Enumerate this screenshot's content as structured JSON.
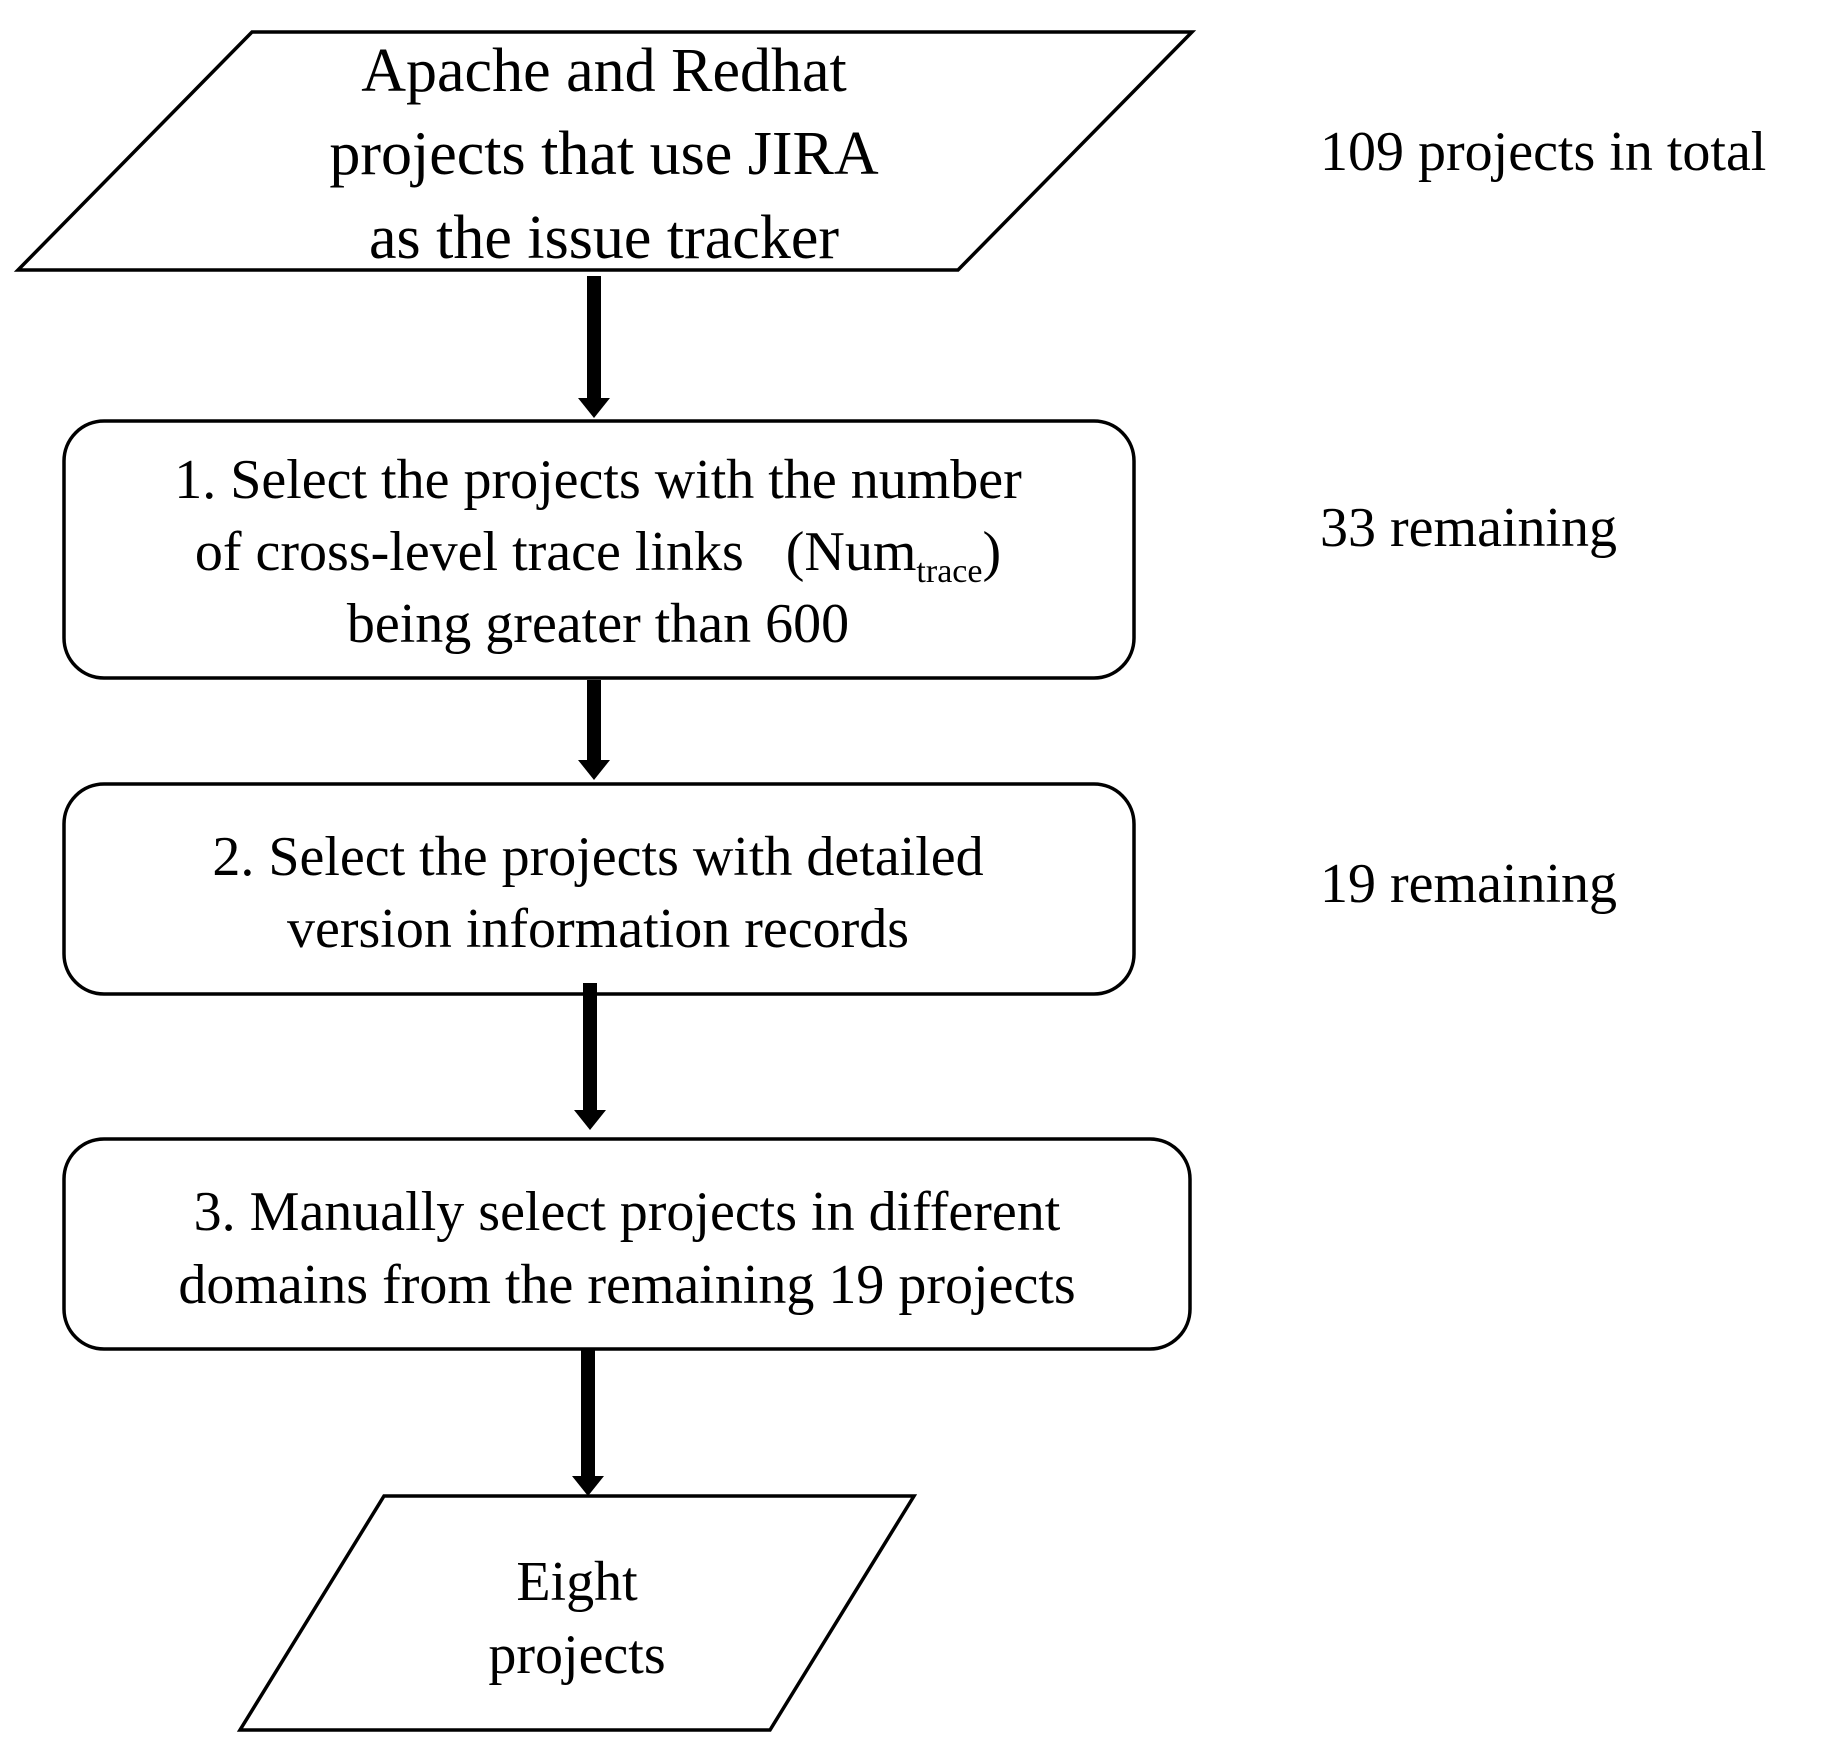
{
  "input_node": {
    "lines": [
      "Apache  and Redhat",
      "projects  that use JIRA",
      "as the issue  tracker"
    ]
  },
  "step1": {
    "line1": "1. Select the projects with the number",
    "line2_main": "of cross-level  trace links    (Num",
    "line2_sub": "trace",
    "line2_close": ")",
    "line3": "being greater  than 600"
  },
  "step2": {
    "lines": [
      "2. Select  the projects with detailed",
      "version information records"
    ]
  },
  "step3": {
    "lines": [
      "3.  Manually  select projects in different",
      "domains from the remaining  19 projects"
    ]
  },
  "output_node": {
    "lines": [
      "Eight",
      "projects"
    ]
  },
  "annotations": {
    "total": "109 projects in total",
    "after_step1": "33 remaining",
    "after_step2": "19 remaining"
  }
}
